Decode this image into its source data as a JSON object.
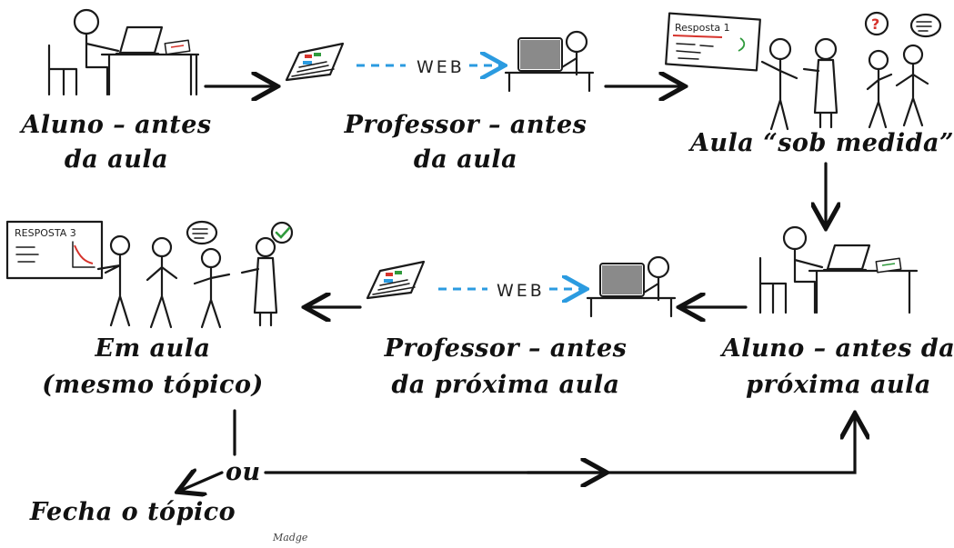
{
  "diagram": {
    "captions": {
      "aluno_antes_aula": [
        "Aluno – antes",
        "da aula"
      ],
      "professor_antes_aula": [
        "Professor – antes",
        "da aula"
      ],
      "aula_sob_medida": "Aula “sob medida”",
      "aluno_antes_proxima": [
        "Aluno – antes da",
        "próxima aula"
      ],
      "professor_antes_proxima": [
        "Professor – antes",
        "da próxima aula"
      ],
      "em_aula": [
        "Em aula",
        "(mesmo tópico)"
      ],
      "fecha_topico": "Fecha o tópico",
      "ou": "ou"
    },
    "web_label": "WEB",
    "boards": {
      "top": "Resposta 1",
      "bottom": "RESPOSTA 3"
    },
    "signature": "Madge",
    "colors": {
      "ink": "#1a1a1a",
      "web_link": "#2b9be0",
      "highlight_red": "#d6332c",
      "check_green": "#2f9a3c"
    },
    "icons": [
      "student-at-desk-icon",
      "laptop-icon",
      "teacher-at-desk-icon",
      "whiteboard-icon",
      "speech-bubble-icon",
      "question-icon",
      "check-icon"
    ]
  }
}
